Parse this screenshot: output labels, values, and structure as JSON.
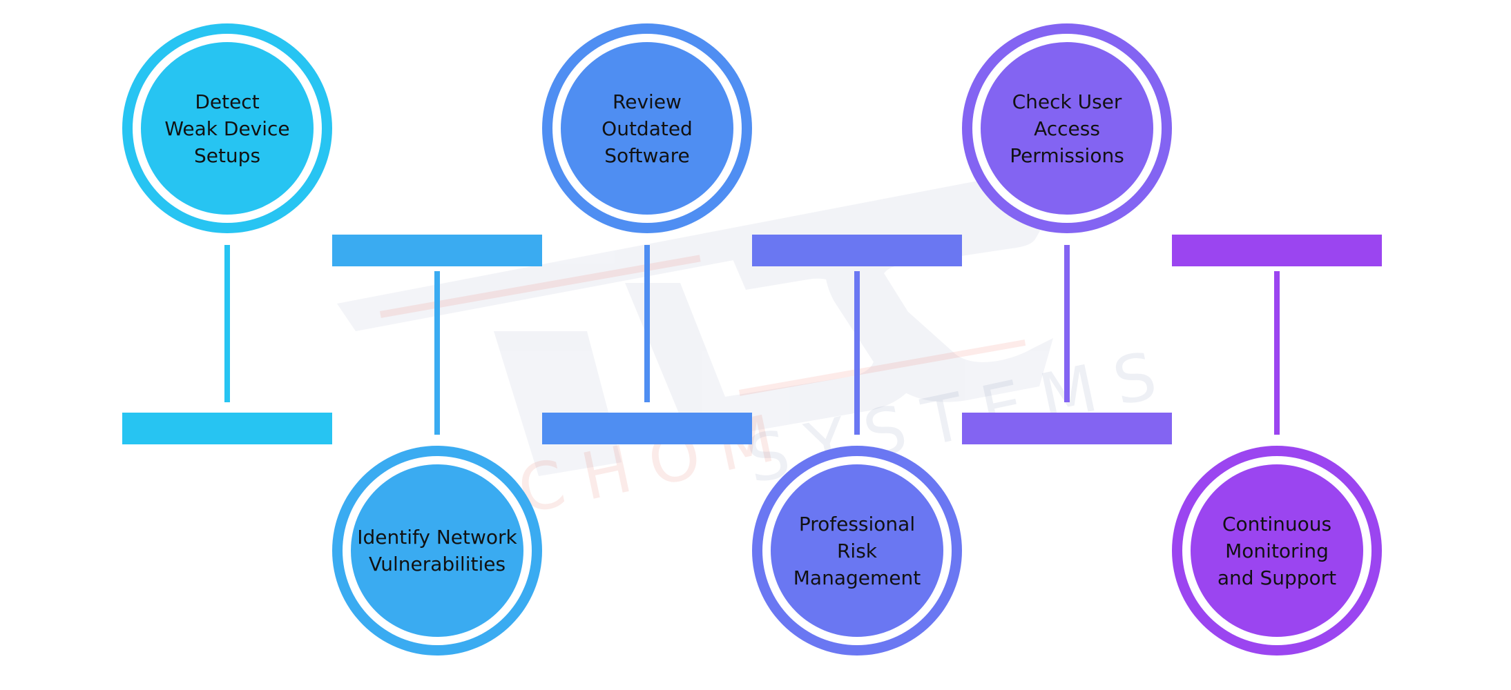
{
  "steps": [
    {
      "label": "Detect\nWeak Device\nSetups",
      "color": "#27C4F2",
      "orientation": "top"
    },
    {
      "label": "Identify Network\nVulnerabilities",
      "color": "#3AABF1",
      "orientation": "bottom"
    },
    {
      "label": "Review\nOutdated\nSoftware",
      "color": "#4F8EF2",
      "orientation": "top"
    },
    {
      "label": "Professional\nRisk\nManagement",
      "color": "#6A77F2",
      "orientation": "bottom"
    },
    {
      "label": "Check User\nAccess\nPermissions",
      "color": "#8364F2",
      "orientation": "top"
    },
    {
      "label": "Continuous\nMonitoring\nand Support",
      "color": "#9B45F0",
      "orientation": "bottom"
    }
  ],
  "watermark": {
    "brand": "TDS",
    "text": "TECHOMSYSTEMS"
  }
}
